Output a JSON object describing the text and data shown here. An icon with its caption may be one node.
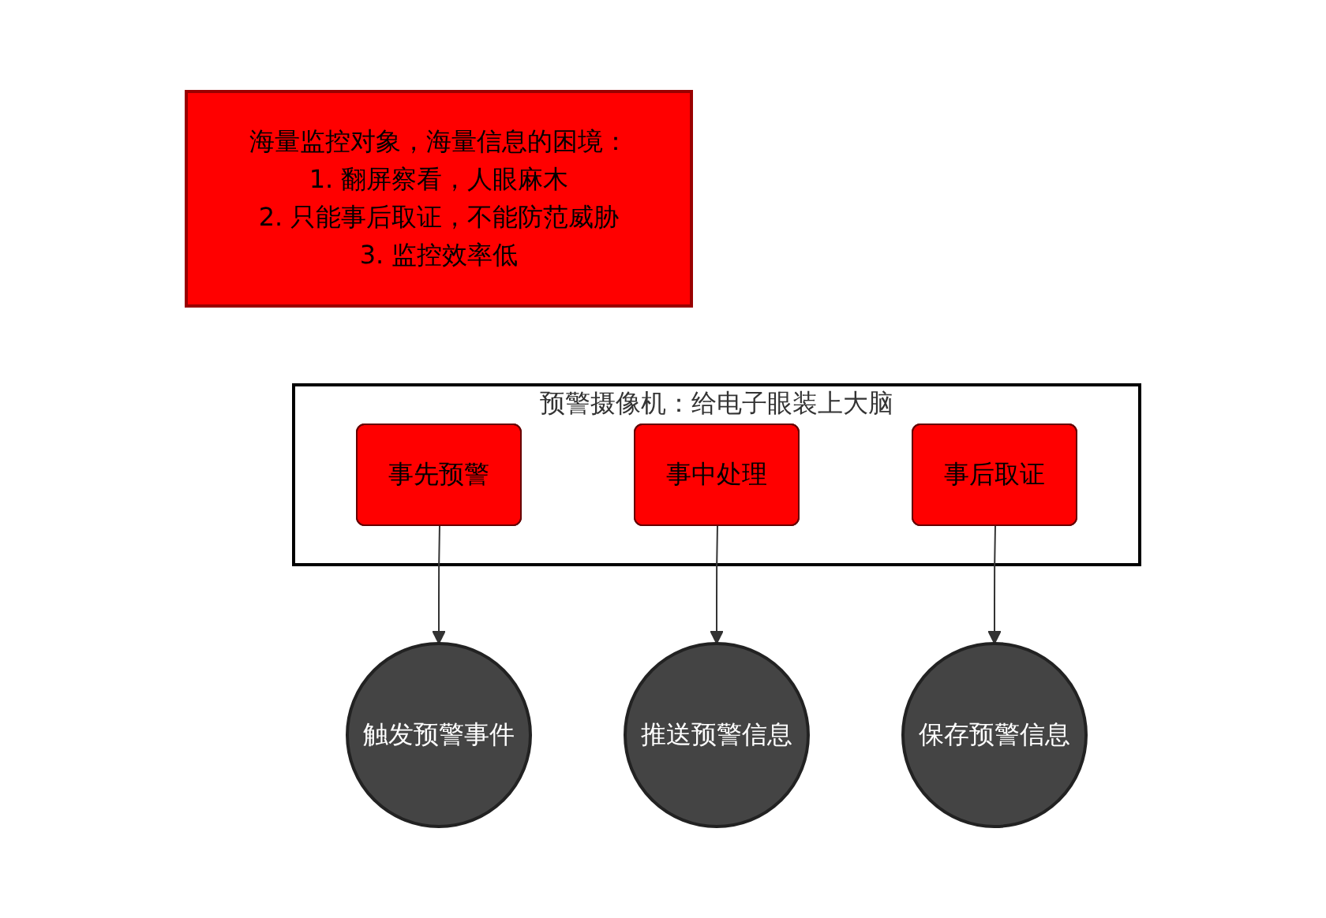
{
  "diagram": {
    "nodes": [
      {
        "text": [
          "海量监控对象，海量信息的困境：",
          "1. 翻屏察看，人眼麻木",
          "2. 只能事后取证，不能防范威胁",
          "3. 监控效率低"
        ]
      },
      {
        "text": [
          "预警摄像机：给电子眼装上大脑"
        ]
      },
      {
        "text": [
          "事先预警"
        ],
        "in": 1
      },
      {
        "text": [
          "事中处理"
        ],
        "in": 1
      },
      {
        "text": [
          "事后取证"
        ],
        "in": 1
      },
      {
        "text": [
          "触发预警事件"
        ]
      },
      {
        "text": [
          "推送预警信息"
        ]
      },
      {
        "text": [
          "保存预警信息"
        ]
      }
    ],
    "edges": [
      {
        "from": 2,
        "to": 5,
        "arrow": "to"
      },
      {
        "from": 3,
        "to": 6,
        "arrow": "to"
      },
      {
        "from": 4,
        "to": 7,
        "arrow": "to"
      }
    ]
  }
}
